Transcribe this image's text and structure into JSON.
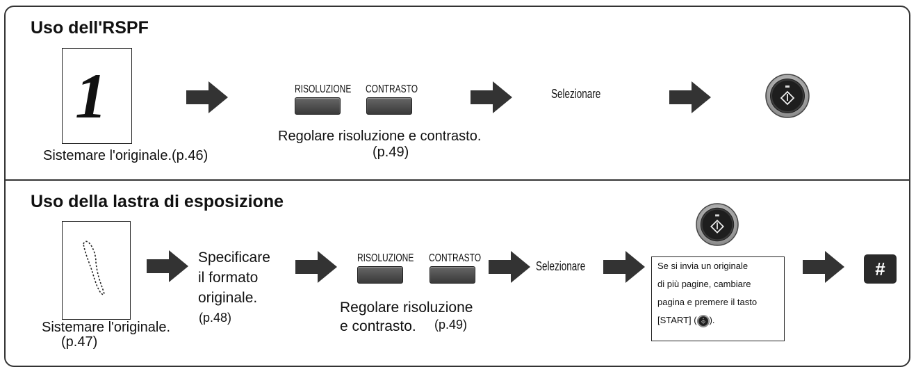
{
  "rspf": {
    "title": "Uso dell'RSPF",
    "doc_number": "1",
    "place_caption": "Sistemare l'originale.",
    "place_ref": "(p.46)",
    "key_resolution": "RISOLUZIONE",
    "key_contrast": "CONTRASTO",
    "adjust_caption": "Regolare risoluzione e contrasto.",
    "adjust_ref": "(p.49)",
    "select_label": "Selezionare"
  },
  "glass": {
    "title": "Uso della lastra di esposizione",
    "place_caption": "Sistemare l'originale.",
    "place_ref": "(p.47)",
    "specify_lines": [
      "Specificare",
      "il formato",
      "originale."
    ],
    "specify_ref": "(p.48)",
    "key_resolution": "RISOLUZIONE",
    "key_contrast": "CONTRASTO",
    "adjust_line1": "Regolare risoluzione",
    "adjust_line2": "e contrasto.",
    "adjust_ref": "(p.49)",
    "select_label": "Selezionare",
    "note_lines": [
      "Se si invia un originale",
      "di più pagine, cambiare",
      "pagina e premere il tasto",
      "[START] ("
    ],
    "note_end": ").",
    "hash_key": "#"
  },
  "icons": [
    "arrow-right-icon",
    "start-button-icon",
    "document-icon"
  ]
}
